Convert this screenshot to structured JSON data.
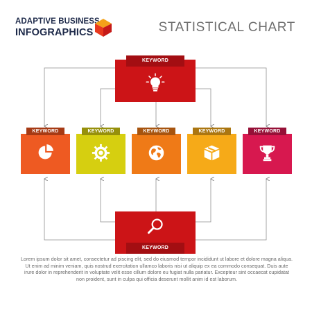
{
  "header": {
    "brand_line1": "ADAPTIVE BUSINESS",
    "brand_line2": "INFOGRAPHICS",
    "title": "STATISTICAL CHART"
  },
  "top_node": {
    "label": "KEYWORD",
    "icon": "lightbulb-icon",
    "color": "#cc1417"
  },
  "bottom_node": {
    "label": "KEYWORD",
    "icon": "magnifier-icon",
    "color": "#cc1417"
  },
  "items": [
    {
      "label": "KEYWORD",
      "icon": "pie-chart-icon",
      "color": "#ee5a22"
    },
    {
      "label": "KEYWORD",
      "icon": "gear-icon",
      "color": "#d6cf10"
    },
    {
      "label": "KEYWORD",
      "icon": "globe-icon",
      "color": "#ef7a17"
    },
    {
      "label": "KEYWORD",
      "icon": "box-icon",
      "color": "#f6aa18"
    },
    {
      "label": "KEYWORD",
      "icon": "trophy-icon",
      "color": "#d7184f"
    }
  ],
  "footer_text": "Lorem ipsum dolor sit amet, consectetur ad piscing elit, sed do eiusmod tempor incididunt ut labore et dolore magna aliqua. Ut enim ad minim veniam, quis nostrud exercitation ullamco laboris nisi ut aliquip ex ea commodo consequat. Duis aute irure dolor in reprehenderit in voluptate velit esse cillum dolore eu fugiat nulla pariatur. Excepteur sint occaecat cupidatat non proident, sunt in culpa qui officia deserunt mollit anim id est laborum."
}
